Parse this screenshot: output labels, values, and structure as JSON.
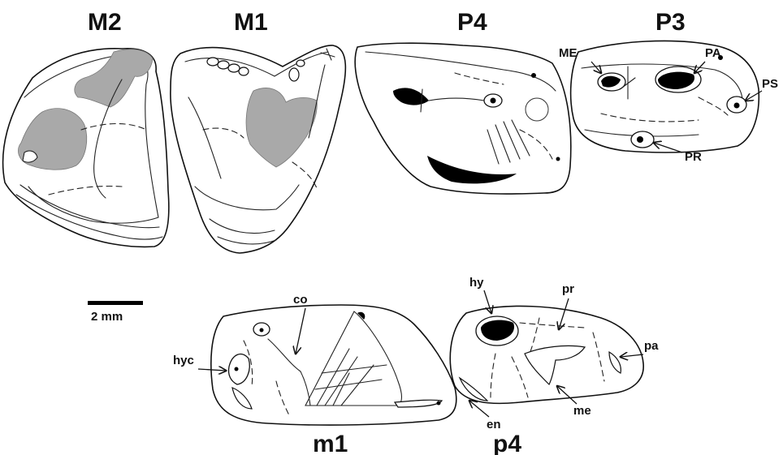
{
  "tooth_titles": {
    "m2_upper": "M2",
    "m1_upper": "M1",
    "p4_upper": "P4",
    "p3_upper": "P3",
    "m1_lower": "m1",
    "p4_lower": "p4"
  },
  "scale_bar": {
    "label": "2 mm"
  },
  "labels": {
    "upper": {
      "me": "ME",
      "pa": "PA",
      "ps": "PS",
      "pr": "PR"
    },
    "lower_m1": {
      "co": "co",
      "hyc": "hyc"
    },
    "lower_p4": {
      "hy": "hy",
      "pr": "pr",
      "pa": "pa",
      "me": "me",
      "en": "en"
    }
  },
  "colors": {
    "ink": "#111111",
    "wear_facet": "#a9a9a9",
    "background": "#ffffff"
  }
}
